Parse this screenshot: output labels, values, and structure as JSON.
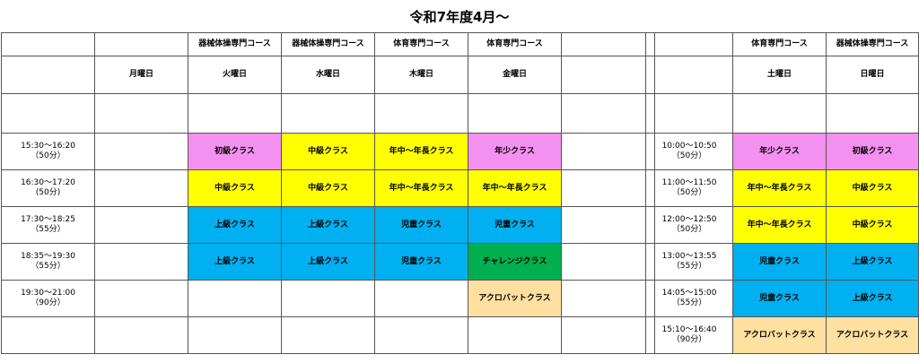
{
  "title": "令和7年度4月～",
  "colors": {
    "pink": "#f490f0",
    "yellow": "#ffff00",
    "blue": "#00b0f0",
    "green": "#00b050",
    "peach": "#ffe0a0",
    "white": "#ffffff"
  },
  "weekday": {
    "courses": [
      "",
      "器械体操専門コース",
      "器械体操専門コース",
      "体育専門コース",
      "体育専門コース"
    ],
    "days": [
      "月曜日",
      "火曜日",
      "水曜日",
      "木曜日",
      "金曜日"
    ],
    "rows": [
      {
        "time": "15:30～16:20",
        "dur": "（50分）",
        "cells": [
          {
            "l": "",
            "c": "white"
          },
          {
            "l": "初級クラス",
            "c": "pink"
          },
          {
            "l": "中級クラス",
            "c": "yellow"
          },
          {
            "l": "年中～年長クラス",
            "c": "yellow"
          },
          {
            "l": "年少クラス",
            "c": "pink"
          }
        ]
      },
      {
        "time": "16:30～17:20",
        "dur": "(50分)",
        "cells": [
          {
            "l": "",
            "c": "white"
          },
          {
            "l": "中級クラス",
            "c": "yellow"
          },
          {
            "l": "中級クラス",
            "c": "yellow"
          },
          {
            "l": "年中～年長クラス",
            "c": "yellow"
          },
          {
            "l": "年中～年長クラス",
            "c": "yellow"
          }
        ]
      },
      {
        "time": "17:30～18:25",
        "dur": "（55分）",
        "cells": [
          {
            "l": "",
            "c": "white"
          },
          {
            "l": "上級クラス",
            "c": "blue"
          },
          {
            "l": "上級クラス",
            "c": "blue"
          },
          {
            "l": "児童クラス",
            "c": "blue"
          },
          {
            "l": "児童クラス",
            "c": "blue"
          }
        ]
      },
      {
        "time": "18:35～19:30",
        "dur": "（55分）",
        "cells": [
          {
            "l": "",
            "c": "white"
          },
          {
            "l": "上級クラス",
            "c": "blue"
          },
          {
            "l": "上級クラス",
            "c": "blue"
          },
          {
            "l": "児童クラス",
            "c": "blue"
          },
          {
            "l": "チャレンジクラス",
            "c": "green"
          }
        ]
      },
      {
        "time": "19:30～21:00",
        "dur": "（90分）",
        "cells": [
          {
            "l": "",
            "c": "white"
          },
          {
            "l": "",
            "c": "white"
          },
          {
            "l": "",
            "c": "white"
          },
          {
            "l": "",
            "c": "white"
          },
          {
            "l": "アクロバットクラス",
            "c": "peach"
          }
        ]
      },
      {
        "time": "",
        "dur": "",
        "cells": [
          {
            "l": "",
            "c": "white"
          },
          {
            "l": "",
            "c": "white"
          },
          {
            "l": "",
            "c": "white"
          },
          {
            "l": "",
            "c": "white"
          },
          {
            "l": "",
            "c": "white"
          }
        ]
      }
    ]
  },
  "weekend": {
    "courses": [
      "体育専門コース",
      "器械体操専門コース"
    ],
    "days": [
      "土曜日",
      "日曜日"
    ],
    "rows": [
      {
        "time": "10:00～10:50",
        "dur": "（50分）",
        "cells": [
          {
            "l": "年少クラス",
            "c": "pink"
          },
          {
            "l": "初級クラス",
            "c": "pink"
          }
        ]
      },
      {
        "time": "11:00～11:50",
        "dur": "（50分）",
        "cells": [
          {
            "l": "年中～年長クラス",
            "c": "yellow"
          },
          {
            "l": "中級クラス",
            "c": "yellow"
          }
        ]
      },
      {
        "time": "12:00～12:50",
        "dur": "（50分）",
        "cells": [
          {
            "l": "年中～年長クラス",
            "c": "yellow"
          },
          {
            "l": "中級クラス",
            "c": "yellow"
          }
        ]
      },
      {
        "time": "13:00～13:55",
        "dur": "（55分）",
        "cells": [
          {
            "l": "児童クラス",
            "c": "blue"
          },
          {
            "l": "上級クラス",
            "c": "blue"
          }
        ]
      },
      {
        "time": "14:05～15:00",
        "dur": "（55分）",
        "cells": [
          {
            "l": "児童クラス",
            "c": "blue"
          },
          {
            "l": "上級クラス",
            "c": "blue"
          }
        ]
      },
      {
        "time": "15:10～16:40",
        "dur": "（90分）",
        "cells": [
          {
            "l": "アクロバットクラス",
            "c": "peach"
          },
          {
            "l": "アクロバットクラス",
            "c": "peach"
          }
        ]
      }
    ]
  }
}
